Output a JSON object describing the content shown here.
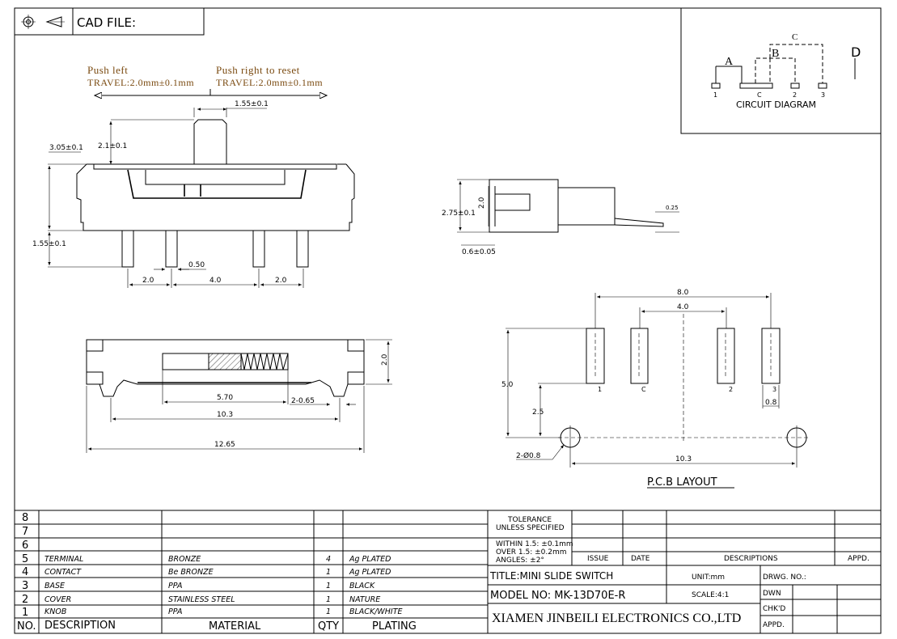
{
  "header": {
    "cad_file_label": "CAD FILE:",
    "projection_icon": "first-angle-projection-icon"
  },
  "front_view": {
    "push_left": "Push left",
    "travel_left": "TRAVEL:2.0mm±0.1mm",
    "push_right": "Push right to reset",
    "travel_right": "TRAVEL:2.0mm±0.1mm",
    "dim_knob_width": "1.55±0.1",
    "dim_knob_height": "2.1±0.1",
    "dim_body_height": "3.05±0.1",
    "dim_pin_length": "1.55±0.1",
    "dim_pin_width": "0.50",
    "dim_pitch_left": "2.0",
    "dim_pitch_center": "4.0",
    "dim_pitch_right": "2.0"
  },
  "side_view": {
    "dim_height": "2.75±0.1",
    "dim_inner": "2.0",
    "dim_base": "0.6±0.05",
    "dim_lead": "0.25"
  },
  "bottom_view": {
    "dim_slot": "5.70",
    "dim_notch": "2-0.65",
    "dim_notch_span": "10.3",
    "dim_overall": "12.65",
    "dim_depth": "2.0"
  },
  "circuit": {
    "title": "CIRCUIT DIAGRAM",
    "labels": {
      "a": "A",
      "b": "B",
      "c": "C",
      "d": "D"
    },
    "pins": [
      "1",
      "C",
      "2",
      "3"
    ]
  },
  "pcb": {
    "title": "P.C.B LAYOUT",
    "dim_outer": "8.0",
    "dim_inner": "4.0",
    "dim_height": "5.0",
    "dim_offset": "2.5",
    "dim_holes": "2-Ø0.8",
    "dim_hole_span": "10.3",
    "dim_pad": "0.8",
    "pins": [
      "1",
      "C",
      "2",
      "3"
    ]
  },
  "bom": {
    "headers": {
      "no": "NO.",
      "description": "DESCRIPTION",
      "material": "MATERIAL",
      "qty": "QTY",
      "plating": "PLATING"
    },
    "empty_rows": [
      "8",
      "7",
      "6"
    ],
    "rows": [
      {
        "no": "5",
        "description": "TERMINAL",
        "material": "BRONZE",
        "qty": "4",
        "plating": "Ag PLATED"
      },
      {
        "no": "4",
        "description": "CONTACT",
        "material": "Be BRONZE",
        "qty": "1",
        "plating": "Ag PLATED"
      },
      {
        "no": "3",
        "description": "BASE",
        "material": "PPA",
        "qty": "1",
        "plating": "BLACK"
      },
      {
        "no": "2",
        "description": "COVER",
        "material": "STAINLESS STEEL",
        "qty": "1",
        "plating": "NATURE"
      },
      {
        "no": "1",
        "description": "KNOB",
        "material": "PPA",
        "qty": "1",
        "plating": "BLACK/WHITE"
      }
    ]
  },
  "title_block": {
    "tolerance_1": "TOLERANCE",
    "tolerance_2": "UNLESS SPECIFIED",
    "within": "WITHIN 1.5: ±0.1mm",
    "over": "OVER 1.5:  ±0.2mm",
    "angles": "ANGLES: ±2°",
    "issue": "ISSUE",
    "date": "DATE",
    "descriptions": "DESCRIPTIONS",
    "appd": "APPD.",
    "title": "TITLE:MINI SLIDE SWITCH",
    "unit": "UNIT:mm",
    "drwg_no": "DRWG. NO.:",
    "model": "MODEL NO: MK-13D70E-R",
    "scale": "SCALE:4:1",
    "dwn": "DWN",
    "chkd": "CHK'D",
    "appd2": "APPD.",
    "company": "XIAMEN JINBEILI ELECTRONICS CO.,LTD"
  }
}
